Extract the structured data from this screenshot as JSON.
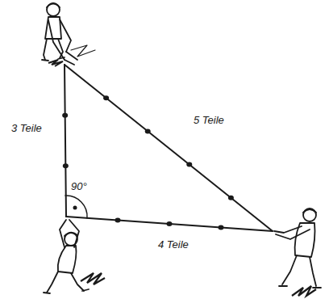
{
  "diagram": {
    "labels": [
      "3 Teile",
      "5 Teile",
      "4 Teile",
      "90°"
    ]
  }
}
